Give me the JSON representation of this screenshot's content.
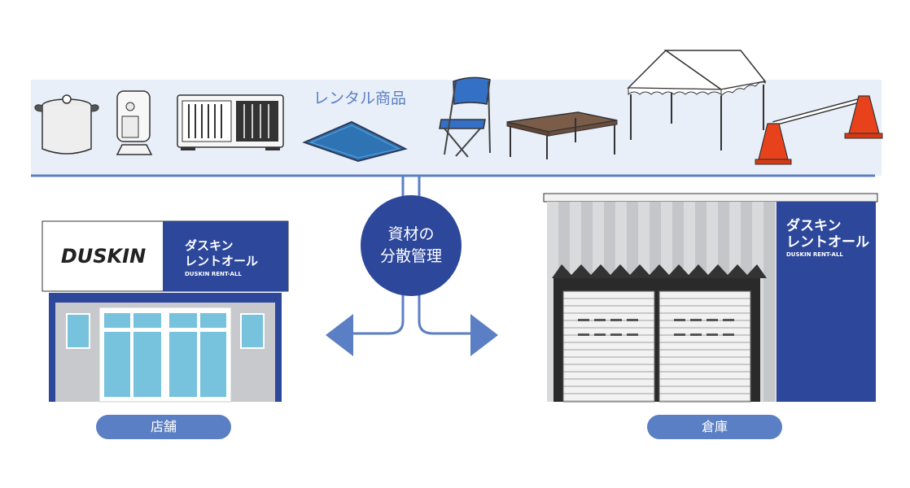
{
  "banner": {
    "label": "レンタル商品"
  },
  "hub": {
    "line1": "資材の",
    "line2": "分散管理"
  },
  "store": {
    "brand_logo": "DUSKIN",
    "sign_line1": "ダスキン",
    "sign_line2": "レントオール",
    "sign_line3": "DUSKIN RENT-ALL",
    "label": "店舗"
  },
  "warehouse": {
    "sign_line1": "ダスキン",
    "sign_line2": "レントオール",
    "sign_line3": "DUSKIN RENT-ALL",
    "label": "倉庫"
  },
  "rental_items": [
    {
      "icon": "cooking-pot-icon"
    },
    {
      "icon": "security-camera-icon"
    },
    {
      "icon": "heater-unit-icon"
    },
    {
      "icon": "mat-icon"
    },
    {
      "icon": "folding-chair-icon"
    },
    {
      "icon": "table-icon"
    },
    {
      "icon": "event-tent-icon"
    },
    {
      "icon": "traffic-cones-icon"
    }
  ],
  "colors": {
    "navy": "#2d479b",
    "accent_blue": "#5b7fc4",
    "band": "#e8eff8",
    "glass": "#77c2dc",
    "cone": "#e8421c"
  }
}
